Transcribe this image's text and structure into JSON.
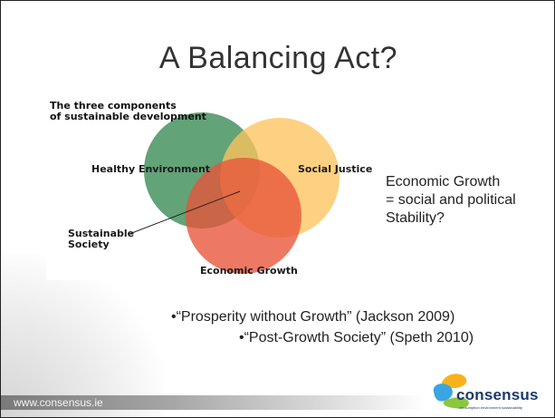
{
  "slide": {
    "title": "A Balancing Act?"
  },
  "venn": {
    "caption_line1": "The three components",
    "caption_line2": "of sustainable development",
    "labels": {
      "environment": "Healthy Environment",
      "social": "Social Justice",
      "economic": "Economic Growth",
      "center_line1": "Sustainable",
      "center_line2": "Society"
    },
    "colors": {
      "environment": "#3f8f5a",
      "social": "#fcc45e",
      "economic": "#e8533a"
    }
  },
  "side_note": {
    "line1": "Economic Growth",
    "line2": "= social and political",
    "line3": "Stability?"
  },
  "bullets": [
    "•“Prosperity without Growth” (Jackson 2009)",
    "•“Post-Growth Society” (Speth 2010)"
  ],
  "footer": {
    "url": "www.consensus.ie"
  },
  "logo": {
    "name": "consensus",
    "tagline": "consumption environment sustainability"
  }
}
